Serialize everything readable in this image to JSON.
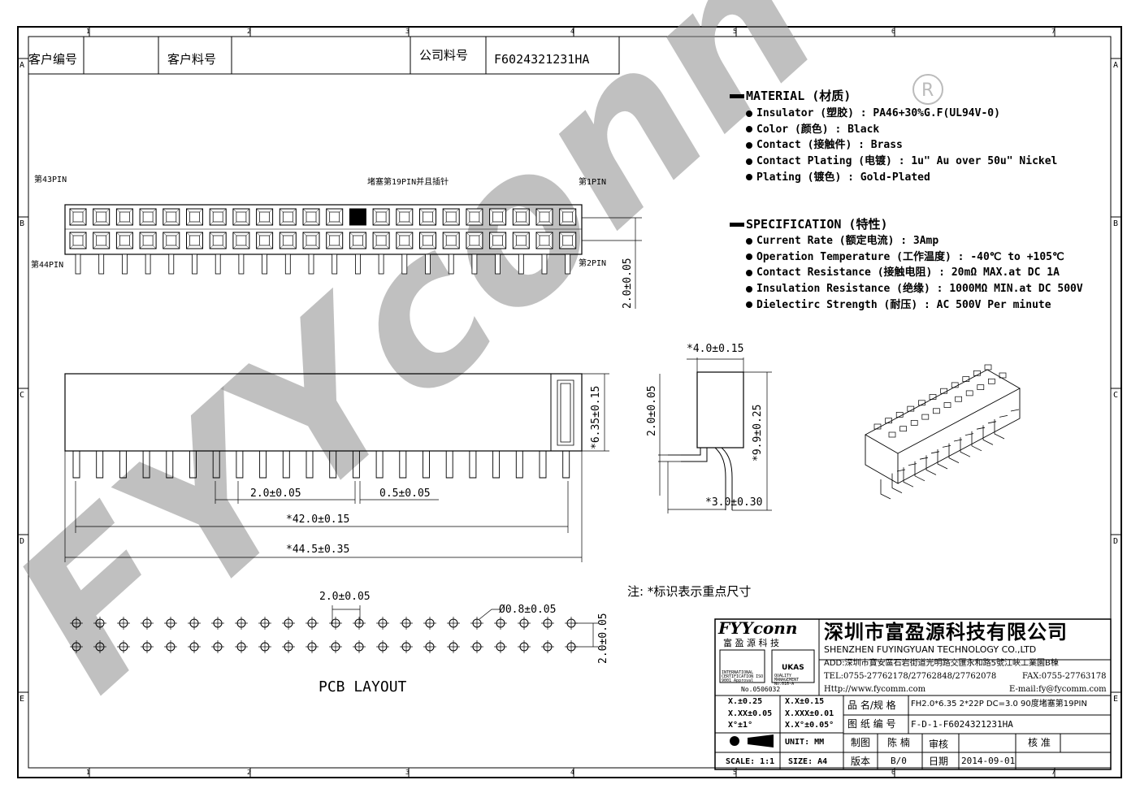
{
  "header": {
    "customer_no_label": "客户编号",
    "customer_part_label": "客户料号",
    "company_part_label": "公司料号",
    "company_part_value": "F6024321231HA"
  },
  "grid": {
    "columns": [
      "1",
      "2",
      "3",
      "4",
      "5",
      "6",
      "7"
    ],
    "rows": [
      "A",
      "B",
      "C",
      "D",
      "E"
    ]
  },
  "material": {
    "title": "MATERIAL (材质)",
    "items": [
      "Insulator (塑胶) : PA46+30%G.F(UL94V-0)",
      "Color (颜色) : Black",
      "Contact (接触件) : Brass",
      "Contact Plating (电镀) : 1u\" Au over 50u\" Nickel",
      "Plating (镀色) : Gold-Plated"
    ]
  },
  "specification": {
    "title": "SPECIFICATION (特性)",
    "items": [
      "Current Rate (额定电流) :  3Amp",
      "Operation Temperature (工作温度) : -40℃ to +105℃",
      "Contact Resistance (接触电阻) : 20mΩ  MAX.at DC 1A",
      "Insulation Resistance (绝缘) : 1000MΩ  MIN.at DC 500V",
      "Dielectirc Strength (耐压) : AC 500V Per minute"
    ]
  },
  "front_view": {
    "pin43": "第43PIN",
    "pin44": "第44PIN",
    "pin1": "第1PIN",
    "pin2": "第2PIN",
    "pin19_note": "堵塞第19PIN并且插针",
    "height_dim": "2.0±0.05"
  },
  "side_view": {
    "pitch": "2.0±0.05",
    "pin_width": "0.5±0.05",
    "row_len": "*42.0±0.15",
    "total_len": "*44.5±0.35",
    "body_height": "*6.35±0.15"
  },
  "end_view": {
    "width": "*4.0±0.15",
    "height": "*9.9±0.25",
    "row_pitch": "2.0±0.05",
    "tail": "*3.0±0.30"
  },
  "note": "注: *标识表示重点尺寸",
  "pcb": {
    "title": "PCB  LAYOUT",
    "pitch": "2.0±0.05",
    "hole": "Ø0.8±0.05",
    "row_pitch": "2.0±0.05"
  },
  "title_block": {
    "logo": "FYYconn",
    "logo_cn": "富 盈 源 科 技",
    "company_cn": "深圳市富盈源科技有限公司",
    "company_en": "SHENZHEN FUYINGYUAN TECHNOLOGY CO.,LTD",
    "address": "ADD:深圳市寶安區石岩街道光明路交匯永和路5號江峽工業園B棟",
    "tel": "TEL:0755-27762178/27762848/27762078",
    "fax": "FAX:0755-27763178",
    "web": "Http://www.fycomm.com",
    "email": "E-mail:fy@fycomm.com",
    "cert_no": "No.0506032",
    "cert_left": "INTERNATIONAL CERTIFICATION ISO 9001 Approval",
    "cert_right": "QUALITY MANAGEMENT No.016-A",
    "ukas": "UKAS",
    "tol1a": "X.±0.25",
    "tol1b": "X.X±0.15",
    "tol2a": "X.XX±0.05",
    "tol2b": "X.XXX±0.01",
    "tol3a": "X°±1°",
    "tol3b": "X.X°±0.05°",
    "unit": "UNIT:  MM",
    "scale": "SCALE: 1:1",
    "size": "SIZE: A4",
    "name_label": "品 名/规 格",
    "name_value": "FH2.0*6.35 2*22P DC=3.0 90度堵塞第19PIN",
    "drawing_no_label": "图 纸 编 号",
    "drawing_no": "F-D-1-F6024321231HA",
    "drawn_label": "制图",
    "drawn_by": "陈 楠",
    "review_label": "审核",
    "approve_label": "核 准",
    "version_label": "版本",
    "version": "B/0",
    "date_label": "日期",
    "date": "2014-09-01"
  },
  "watermark": "FYYconn"
}
